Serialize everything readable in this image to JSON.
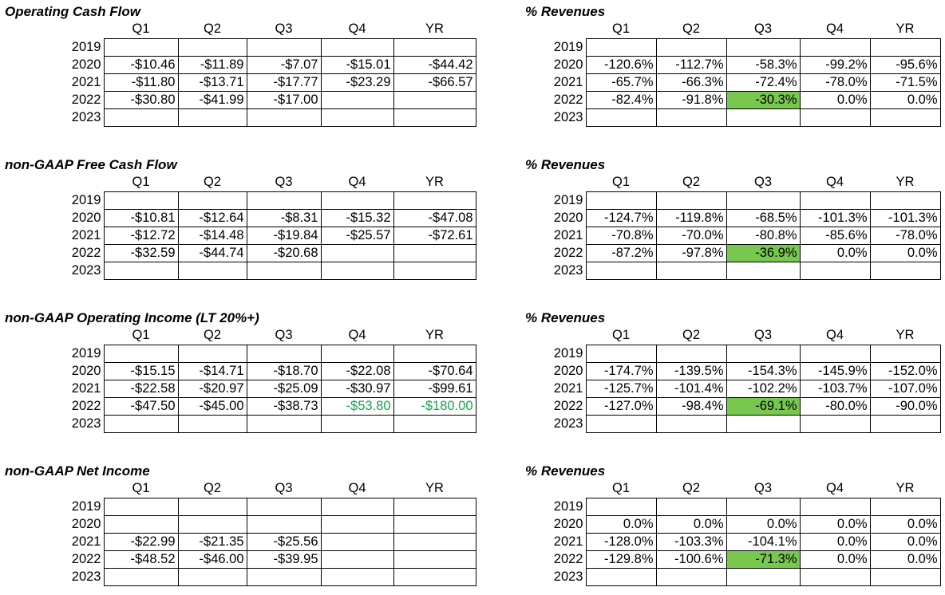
{
  "years": [
    "2019",
    "2020",
    "2021",
    "2022",
    "2023"
  ],
  "columns": [
    "Q1",
    "Q2",
    "Q3",
    "Q4",
    "YR"
  ],
  "colors": {
    "highlight_text": "#12a64e",
    "highlight_fill": "#78c850"
  },
  "sections": [
    {
      "left": {
        "title": "Operating Cash Flow",
        "rows": [
          [
            "",
            "",
            "",
            "",
            ""
          ],
          [
            "-$10.46",
            "-$11.89",
            "-$7.07",
            "-$15.01",
            "-$44.42"
          ],
          [
            "-$11.80",
            "-$13.71",
            "-$17.77",
            "-$23.29",
            "-$66.57"
          ],
          [
            "-$30.80",
            "-$41.99",
            "-$17.00",
            "",
            ""
          ],
          [
            "",
            "",
            "",
            "",
            ""
          ]
        ]
      },
      "right": {
        "title": "% Revenues",
        "rows": [
          [
            "",
            "",
            "",
            "",
            ""
          ],
          [
            "-120.6%",
            "-112.7%",
            "-58.3%",
            "-99.2%",
            "-95.6%"
          ],
          [
            "-65.7%",
            "-66.3%",
            "-72.4%",
            "-78.0%",
            "-71.5%"
          ],
          [
            "-82.4%",
            "-91.8%",
            "-30.3%",
            "0.0%",
            "0.0%"
          ],
          [
            "",
            "",
            "",
            "",
            ""
          ]
        ]
      }
    },
    {
      "left": {
        "title": "non-GAAP Free Cash Flow",
        "rows": [
          [
            "",
            "",
            "",
            "",
            ""
          ],
          [
            "-$10.81",
            "-$12.64",
            "-$8.31",
            "-$15.32",
            "-$47.08"
          ],
          [
            "-$12.72",
            "-$14.48",
            "-$19.84",
            "-$25.57",
            "-$72.61"
          ],
          [
            "-$32.59",
            "-$44.74",
            "-$20.68",
            "",
            ""
          ],
          [
            "",
            "",
            "",
            "",
            ""
          ]
        ]
      },
      "right": {
        "title": "% Revenues",
        "rows": [
          [
            "",
            "",
            "",
            "",
            ""
          ],
          [
            "-124.7%",
            "-119.8%",
            "-68.5%",
            "-101.3%",
            "-101.3%"
          ],
          [
            "-70.8%",
            "-70.0%",
            "-80.8%",
            "-85.6%",
            "-78.0%"
          ],
          [
            "-87.2%",
            "-97.8%",
            "-36.9%",
            "0.0%",
            "0.0%"
          ],
          [
            "",
            "",
            "",
            "",
            ""
          ]
        ]
      }
    },
    {
      "left": {
        "title": "non-GAAP Operating Income (LT 20%+)",
        "rows": [
          [
            "",
            "",
            "",
            "",
            ""
          ],
          [
            "-$15.15",
            "-$14.71",
            "-$18.70",
            "-$22.08",
            "-$70.64"
          ],
          [
            "-$22.58",
            "-$20.97",
            "-$25.09",
            "-$30.97",
            "-$99.61"
          ],
          [
            "-$47.50",
            "-$45.00",
            "-$38.73",
            "-$53.80",
            "-$180.00"
          ],
          [
            "",
            "",
            "",
            "",
            ""
          ]
        ]
      },
      "right": {
        "title": "% Revenues",
        "rows": [
          [
            "",
            "",
            "",
            "",
            ""
          ],
          [
            "-174.7%",
            "-139.5%",
            "-154.3%",
            "-145.9%",
            "-152.0%"
          ],
          [
            "-125.7%",
            "-101.4%",
            "-102.2%",
            "-103.7%",
            "-107.0%"
          ],
          [
            "-127.0%",
            "-98.4%",
            "-69.1%",
            "-80.0%",
            "-90.0%"
          ],
          [
            "",
            "",
            "",
            "",
            ""
          ]
        ]
      }
    },
    {
      "left": {
        "title": "non-GAAP Net Income",
        "rows": [
          [
            "",
            "",
            "",
            "",
            ""
          ],
          [
            "",
            "",
            "",
            "",
            ""
          ],
          [
            "-$22.99",
            "-$21.35",
            "-$25.56",
            "",
            ""
          ],
          [
            "-$48.52",
            "-$46.00",
            "-$39.95",
            "",
            ""
          ],
          [
            "",
            "",
            "",
            "",
            ""
          ]
        ]
      },
      "right": {
        "title": "% Revenues",
        "rows": [
          [
            "",
            "",
            "",
            "",
            ""
          ],
          [
            "0.0%",
            "0.0%",
            "0.0%",
            "0.0%",
            "0.0%"
          ],
          [
            "-128.0%",
            "-103.3%",
            "-104.1%",
            "0.0%",
            "0.0%"
          ],
          [
            "-129.8%",
            "-100.6%",
            "-71.3%",
            "0.0%",
            "0.0%"
          ],
          [
            "",
            "",
            "",
            "",
            ""
          ]
        ]
      }
    }
  ]
}
